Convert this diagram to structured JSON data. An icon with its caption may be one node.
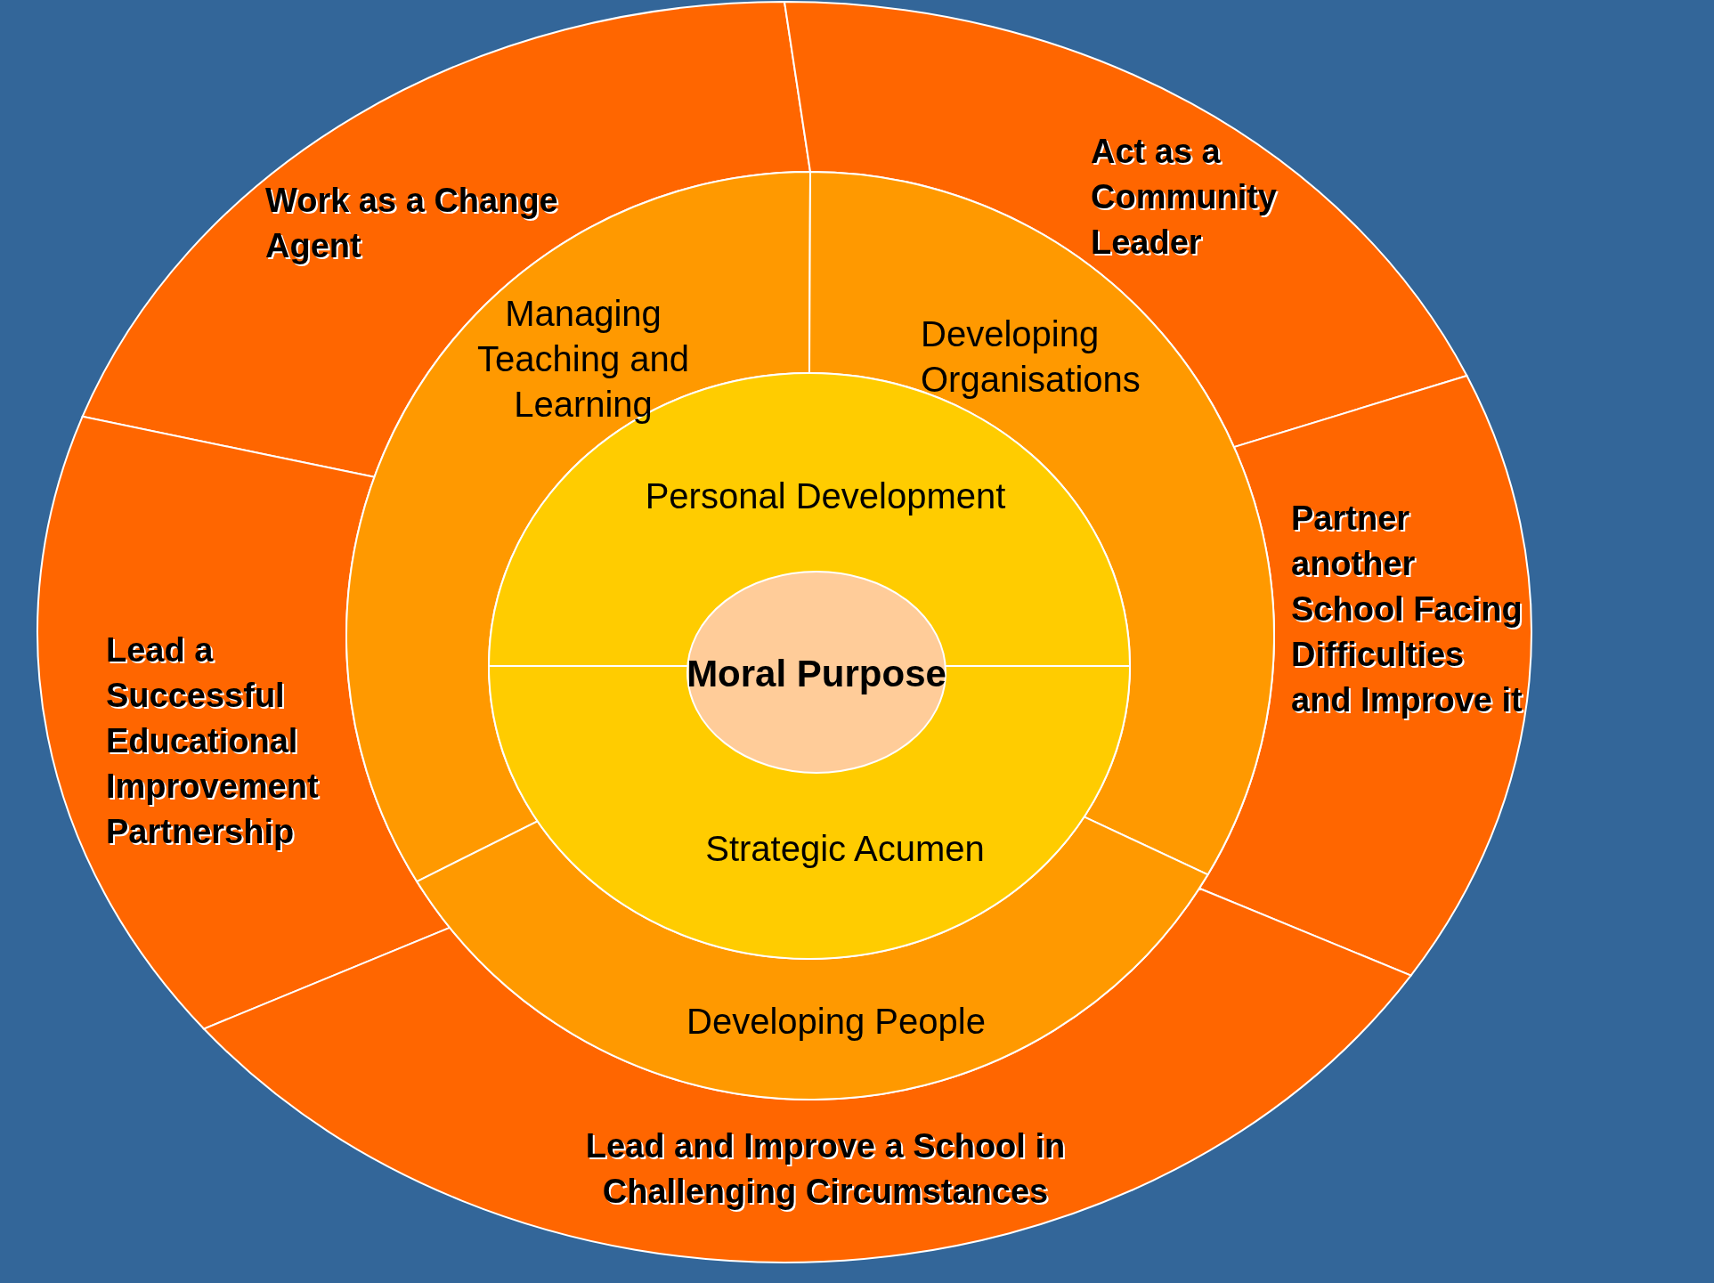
{
  "diagram": {
    "nodes": [
      {
        "text": [
          "Work as a Change Agent"
        ]
      },
      {
        "text": [
          "Act as a Community Leader"
        ]
      },
      {
        "text": [
          "Lead a Successful Educational Improvement Partnership"
        ]
      },
      {
        "text": [
          "Partner another School Facing Difficulties and Improve it"
        ]
      },
      {
        "text": [
          "Lead and Improve a School in Challenging Circumstances"
        ]
      },
      {
        "text": [
          "Managing Teaching and Learning"
        ]
      },
      {
        "text": [
          "Developing Organisations"
        ]
      },
      {
        "text": [
          "Personal Development"
        ]
      },
      {
        "text": [
          "Developing People"
        ]
      },
      {
        "text": [
          "Strategic Acumen"
        ]
      },
      {
        "text": [
          "Moral Purpose"
        ]
      }
    ]
  }
}
